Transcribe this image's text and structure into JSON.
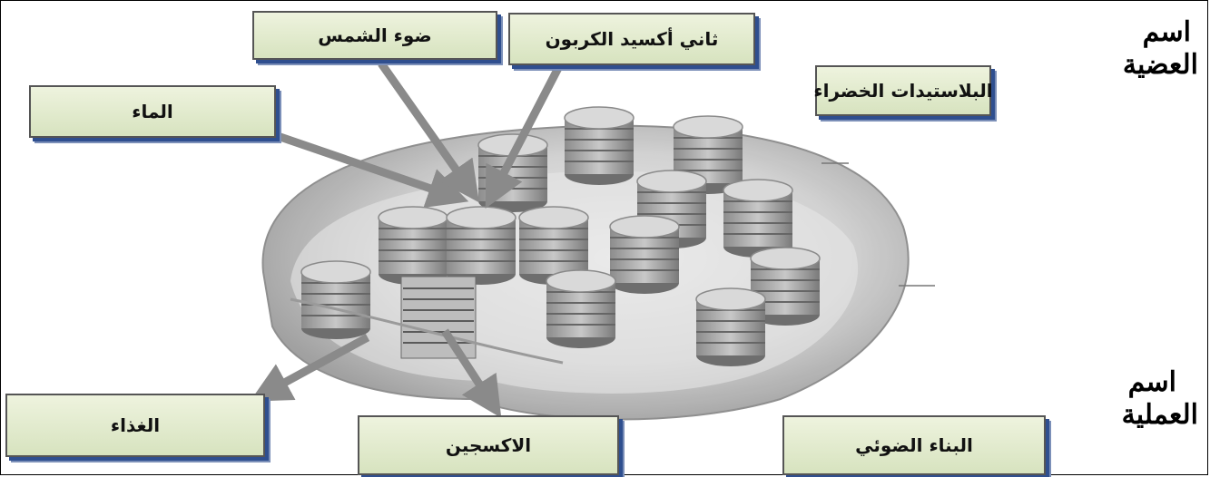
{
  "organelle": {
    "heading_line1": "اسم",
    "heading_line2": "العضية",
    "answer": "البلاستيدات الخضراء"
  },
  "process": {
    "heading_line1": "اسم",
    "heading_line2": "العملية",
    "answer": "البناء الضوئي"
  },
  "inputs": {
    "sunlight": "ضوء الشمس",
    "carbon_dioxide": "ثاني أكسيد الكربون",
    "water": "الماء"
  },
  "outputs": {
    "food": "الغذاء",
    "oxygen": "الاكسجين"
  },
  "colors": {
    "label_fill": "#dde6c8",
    "label_shadow": "#2f4f8f",
    "arrow": "#8a8a8a",
    "chloroplast": "#c9c9c9"
  }
}
